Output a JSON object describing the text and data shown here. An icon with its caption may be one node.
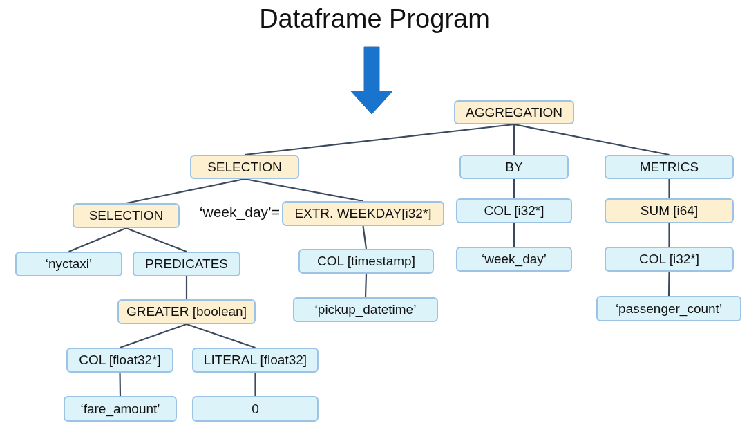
{
  "diagram": {
    "title": "Dataframe Program",
    "nodes": [
      {
        "text": [
          "AGGREGATION"
        ]
      },
      {
        "text": [
          "SELECTION"
        ]
      },
      {
        "text": [
          "BY"
        ]
      },
      {
        "text": [
          "METRICS"
        ]
      },
      {
        "text": [
          "SELECTION"
        ]
      },
      {
        "text": [
          "EXTR. WEEKDAY[i32*]"
        ],
        "beside": [
          "‘week_day’="
        ]
      },
      {
        "text": [
          "COL [i32*]"
        ]
      },
      {
        "text": [
          "SUM [i64]"
        ]
      },
      {
        "text": [
          "‘nyctaxi’"
        ]
      },
      {
        "text": [
          "PREDICATES"
        ]
      },
      {
        "text": [
          "COL [timestamp]"
        ]
      },
      {
        "text": [
          "‘week_day’"
        ]
      },
      {
        "text": [
          "COL [i32*]"
        ]
      },
      {
        "text": [
          "GREATER [boolean]"
        ]
      },
      {
        "text": [
          "‘pickup_datetime’"
        ]
      },
      {
        "text": [
          "‘passenger_count’"
        ]
      },
      {
        "text": [
          "COL [float32*]"
        ]
      },
      {
        "text": [
          "LITERAL [float32]"
        ]
      },
      {
        "text": [
          "‘fare_amount’"
        ]
      },
      {
        "text": [
          "0"
        ]
      }
    ],
    "edges": [
      {
        "from": 0,
        "to": 1,
        "arrow": "none"
      },
      {
        "from": 0,
        "to": 2,
        "arrow": "none"
      },
      {
        "from": 0,
        "to": 3,
        "arrow": "none"
      },
      {
        "from": 1,
        "to": 4,
        "arrow": "none"
      },
      {
        "from": 1,
        "to": 5,
        "arrow": "none"
      },
      {
        "from": 2,
        "to": 6,
        "arrow": "none"
      },
      {
        "from": 3,
        "to": 7,
        "arrow": "none"
      },
      {
        "from": 4,
        "to": 8,
        "arrow": "none"
      },
      {
        "from": 4,
        "to": 9,
        "arrow": "none"
      },
      {
        "from": 5,
        "to": 10,
        "arrow": "none"
      },
      {
        "from": 6,
        "to": 11,
        "arrow": "none"
      },
      {
        "from": 7,
        "to": 12,
        "arrow": "none"
      },
      {
        "from": 9,
        "to": 13,
        "arrow": "none"
      },
      {
        "from": 10,
        "to": 14,
        "arrow": "none"
      },
      {
        "from": 12,
        "to": 15,
        "arrow": "none"
      },
      {
        "from": 13,
        "to": 16,
        "arrow": "none"
      },
      {
        "from": 13,
        "to": 17,
        "arrow": "none"
      },
      {
        "from": 16,
        "to": 18,
        "arrow": "none"
      },
      {
        "from": 17,
        "to": 19,
        "arrow": "none"
      }
    ]
  }
}
